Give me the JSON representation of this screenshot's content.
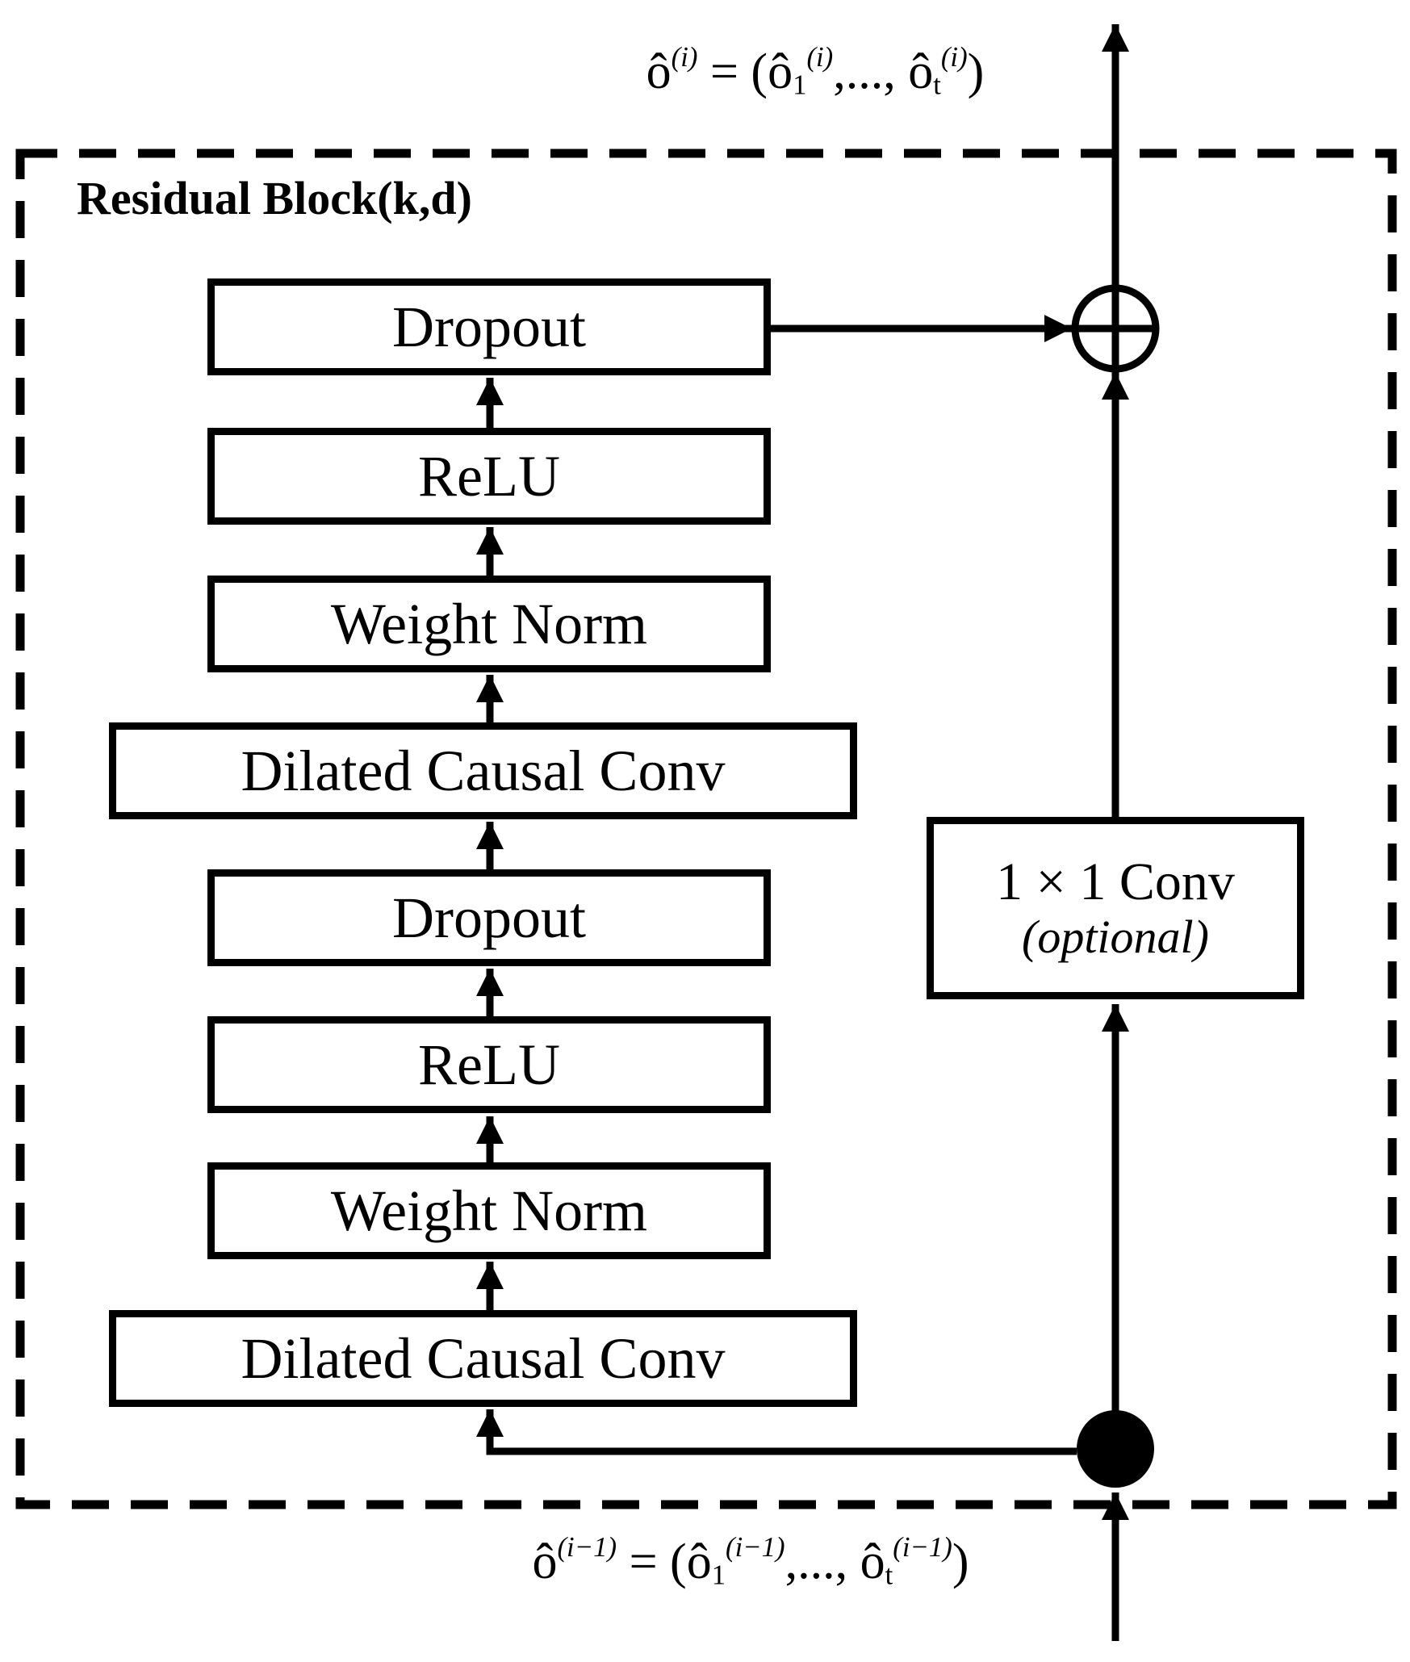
{
  "diagram": {
    "title": "Residual Block(k,d)",
    "layers": [
      "Dropout",
      "ReLU",
      "Weight Norm",
      "Dilated Causal Conv",
      "Dropout",
      "ReLU",
      "Weight Norm",
      "Dilated Causal Conv"
    ],
    "skip_conv": {
      "line1": "1 × 1 Conv",
      "line2": "(optional)"
    },
    "operators": {
      "sum_node": "plus-in-circle",
      "branch_node": "filled-dot"
    },
    "colors": {
      "ink": "#000000",
      "background": "#ffffff"
    }
  },
  "formulas": {
    "output": {
      "segments": [
        {
          "t": "ô"
        },
        {
          "t": "(i)"
        },
        {
          "t": " = ("
        },
        {
          "t": "ô"
        },
        {
          "t": "1"
        },
        {
          "t": "(i)"
        },
        {
          "t": ",..., "
        },
        {
          "t": "ô"
        },
        {
          "t": "t"
        },
        {
          "t": "(i)"
        },
        {
          "t": ")"
        }
      ]
    },
    "input": {
      "segments": [
        {
          "t": "ô"
        },
        {
          "t": "(i−1)"
        },
        {
          "t": " = ("
        },
        {
          "t": "ô"
        },
        {
          "t": "1"
        },
        {
          "t": "(i−1)"
        },
        {
          "t": ",..., "
        },
        {
          "t": "ô"
        },
        {
          "t": "t"
        },
        {
          "t": "(i−1)"
        },
        {
          "t": ")"
        }
      ]
    }
  }
}
